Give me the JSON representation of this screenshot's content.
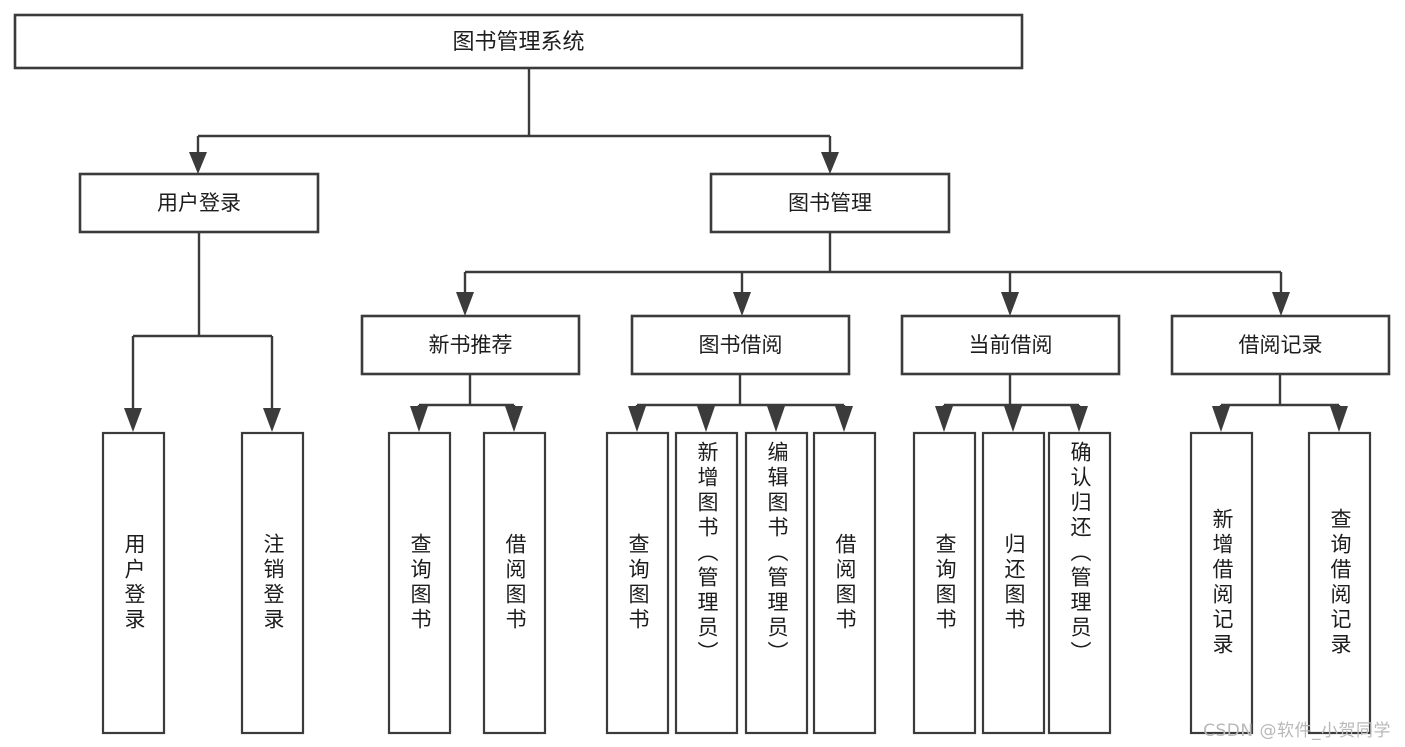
{
  "diagram": {
    "type": "hierarchy-tree",
    "title": "图书管理系统",
    "watermark": "CSDN @软件_小贺同学",
    "colors": {
      "stroke": "#3b3b3b",
      "fill": "#ffffff",
      "text": "#1d1d1d",
      "watermark": "#b9b9b9"
    },
    "root": {
      "label": "图书管理系统"
    },
    "level2": [
      {
        "label": "用户登录"
      },
      {
        "label": "图书管理"
      }
    ],
    "level3": [
      {
        "label": "新书推荐"
      },
      {
        "label": "图书借阅"
      },
      {
        "label": "当前借阅"
      },
      {
        "label": "借阅记录"
      }
    ],
    "leaves": {
      "user_login": [
        {
          "label": "用户登录"
        },
        {
          "label": "注销登录"
        }
      ],
      "new_book_recommend": [
        {
          "label": "查询图书"
        },
        {
          "label": "借阅图书"
        }
      ],
      "book_borrow": [
        {
          "label": "查询图书"
        },
        {
          "label": "新增图书（管理员）"
        },
        {
          "label": "编辑图书（管理员）"
        },
        {
          "label": "借阅图书"
        }
      ],
      "current_borrow": [
        {
          "label": "查询图书"
        },
        {
          "label": "归还图书"
        },
        {
          "label": "确认归还（管理员）"
        }
      ],
      "borrow_record": [
        {
          "label": "新增借阅记录"
        },
        {
          "label": "查询借阅记录"
        }
      ]
    }
  }
}
